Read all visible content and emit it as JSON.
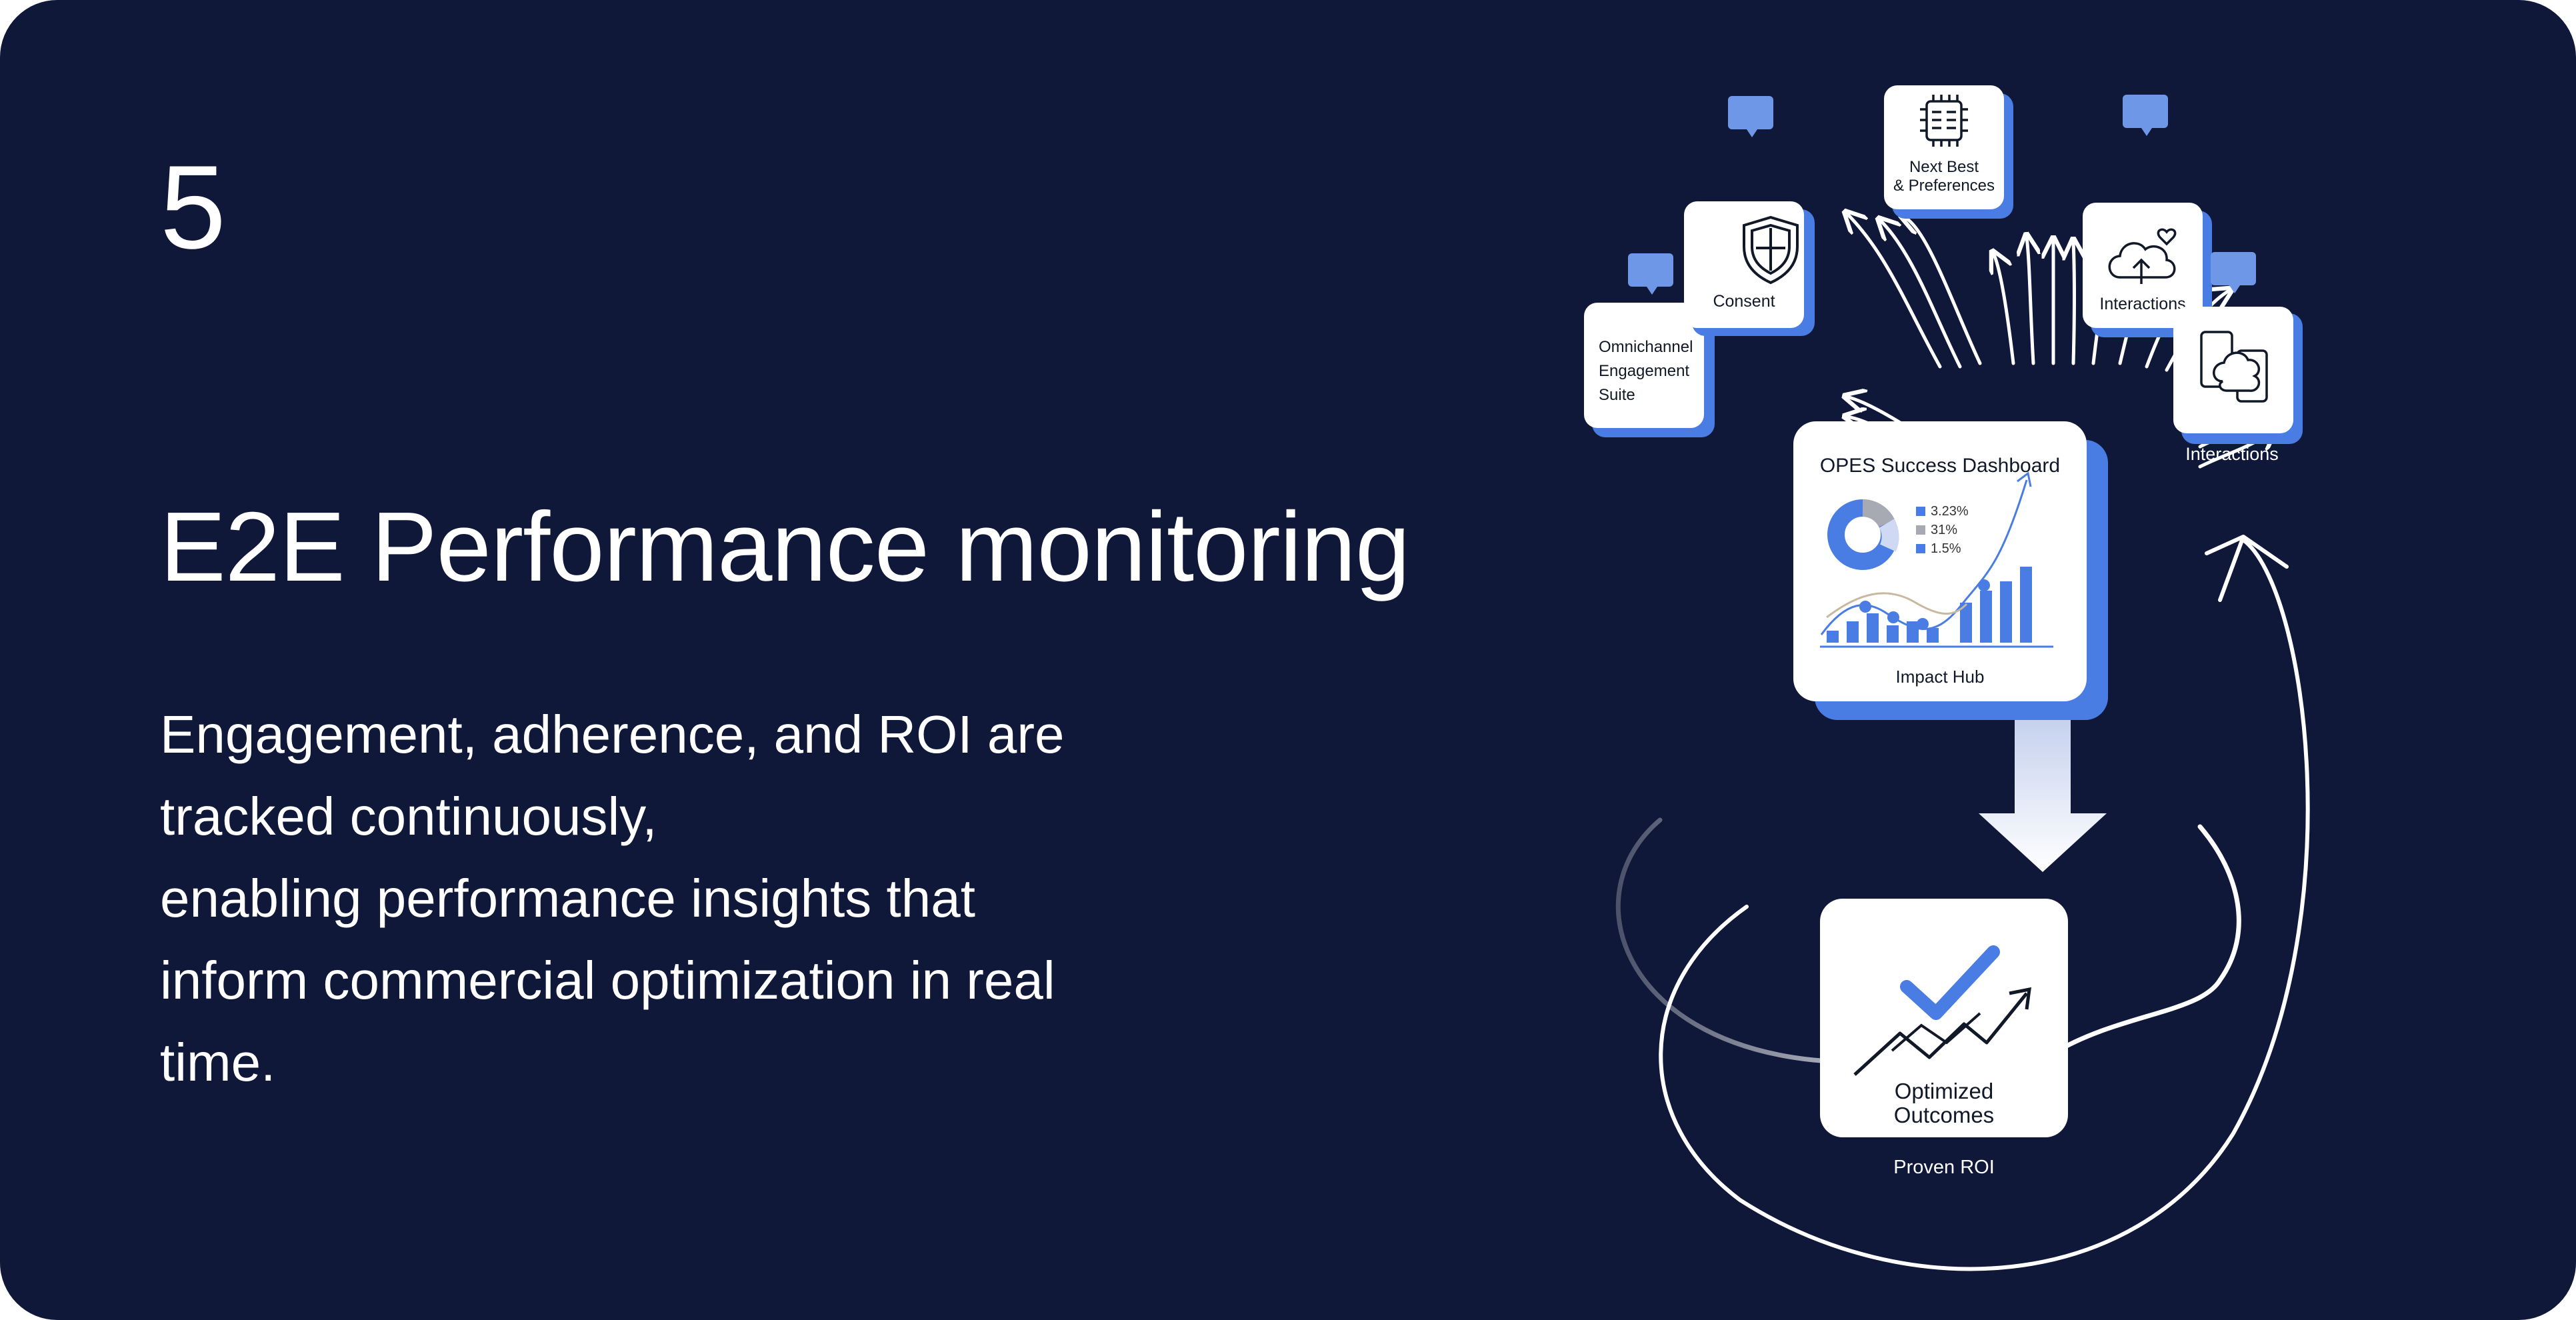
{
  "slide": {
    "number": "5",
    "title": "E2E Performance monitoring",
    "description_lines": [
      "Engagement, adherence, and ROI are",
      "tracked continuously,",
      "enabling performance insights that",
      "inform commercial optimization in real",
      "time."
    ]
  },
  "diagram": {
    "nodes": {
      "omnichannel": [
        "Omnichannel",
        "Engagement",
        "Suite"
      ],
      "consent": "Consent",
      "next_best": [
        "Next Best",
        "& Preferences"
      ],
      "interactions_top": "Interactions",
      "interactions_right": "Interactions"
    },
    "dashboard": {
      "title": "OPES Success Dashboard",
      "legend": [
        "3.23%",
        "31%",
        "1.5%"
      ],
      "subtitle": "Impact Hub"
    },
    "outcome": {
      "label_lines": [
        "Optimized",
        "Outcomes"
      ],
      "caption": "Proven ROI"
    }
  },
  "colors": {
    "background": "#0f1838",
    "accent_blue": "#4a7de3",
    "card_white": "#ffffff",
    "text_dark": "#111827"
  }
}
